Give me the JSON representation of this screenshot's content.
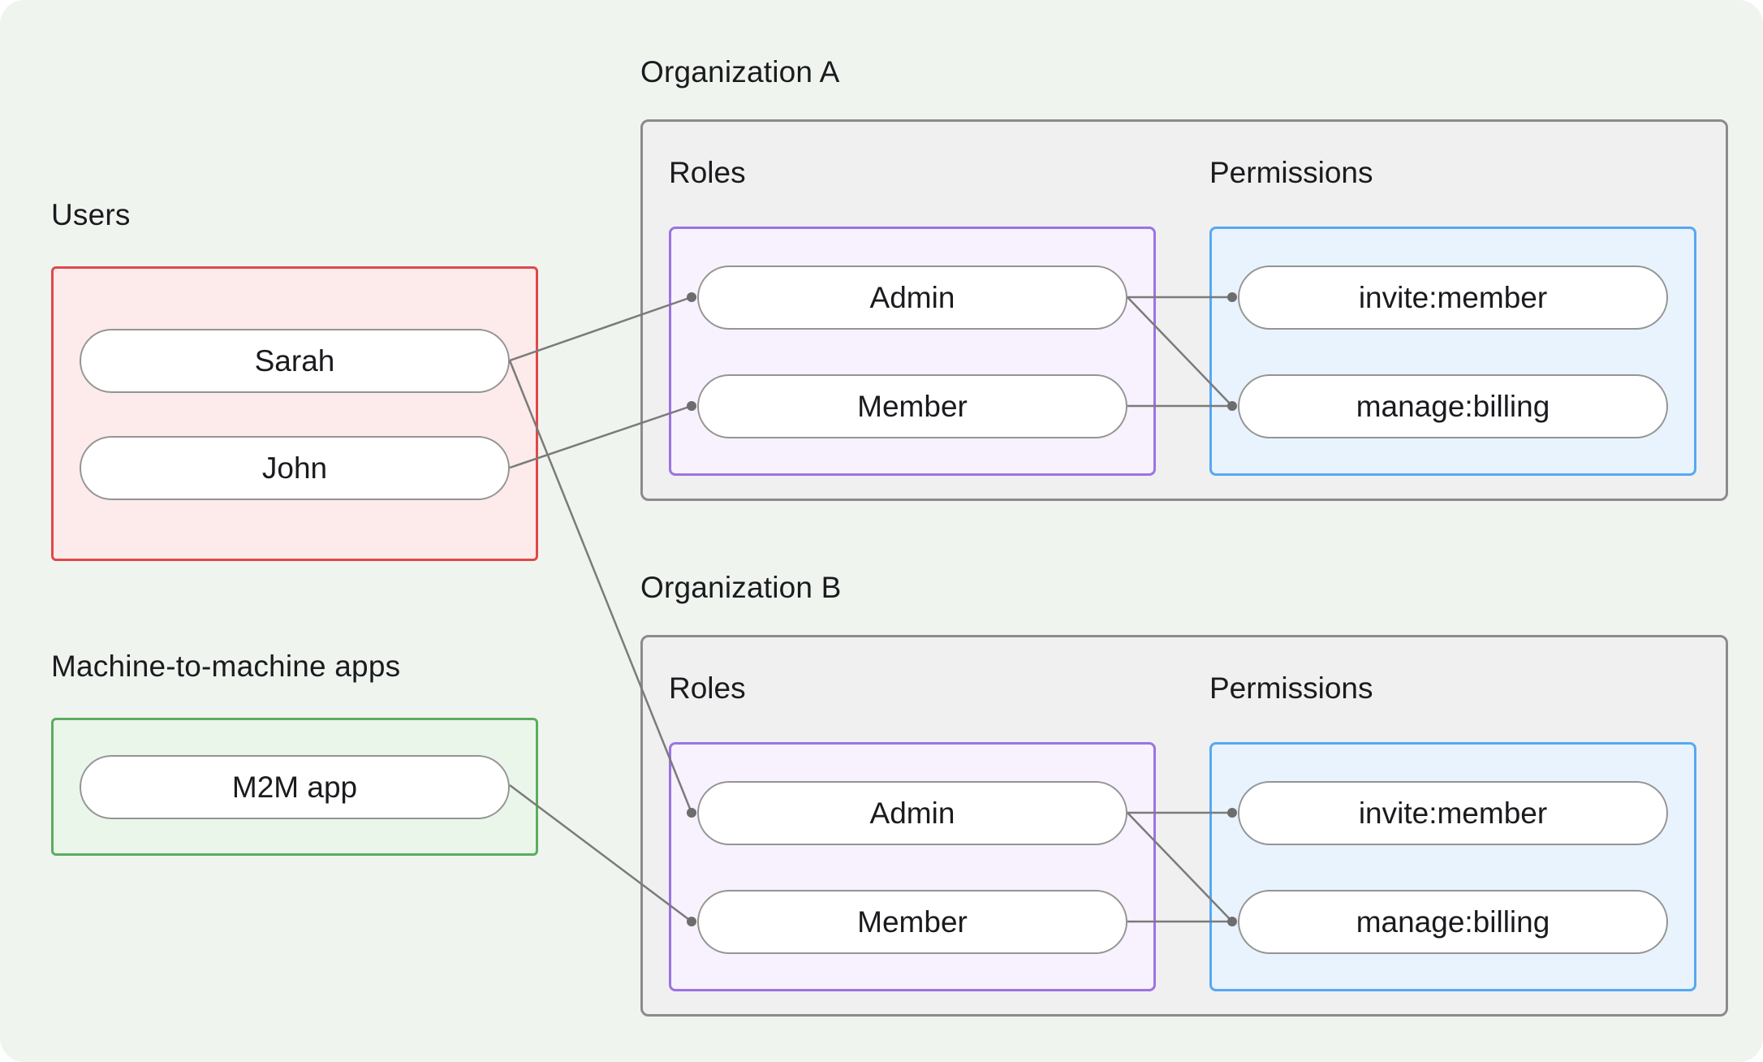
{
  "colors": {
    "page-bg": "#f0f4ef",
    "text": "#1b1b1f",
    "line": "#7b7b7b",
    "dot": "#6d6d6d",
    "pill-bg": "#ffffff",
    "pill-border": "#949494",
    "users-border": "#e0484b",
    "users-bg": "#fcebea",
    "m2m-border": "#5bad5e",
    "m2m-bg": "#eaf6ea",
    "org-border": "#8b8b8b",
    "org-bg": "#f0f0f0",
    "roles-border": "#9b74e2",
    "roles-bg": "#f7f2fd",
    "perms-border": "#56a8f3",
    "perms-bg": "#e9f3fd"
  },
  "users": {
    "label": "Users",
    "items": [
      {
        "label": "Sarah"
      },
      {
        "label": "John"
      }
    ]
  },
  "m2m": {
    "label": "Machine-to-machine apps",
    "items": [
      {
        "label": "M2M app"
      }
    ]
  },
  "organizations": [
    {
      "title": "Organization A",
      "roles_label": "Roles",
      "permissions_label": "Permissions",
      "roles": [
        {
          "label": "Admin"
        },
        {
          "label": "Member"
        }
      ],
      "permissions": [
        {
          "label": "invite:member"
        },
        {
          "label": "manage:billing"
        }
      ]
    },
    {
      "title": "Organization B",
      "roles_label": "Roles",
      "permissions_label": "Permissions",
      "roles": [
        {
          "label": "Admin"
        },
        {
          "label": "Member"
        }
      ],
      "permissions": [
        {
          "label": "invite:member"
        },
        {
          "label": "manage:billing"
        }
      ]
    }
  ],
  "connections": [
    {
      "from": "Sarah",
      "to": "Organization A / Admin"
    },
    {
      "from": "John",
      "to": "Organization A / Member"
    },
    {
      "from": "Sarah",
      "to": "Organization B / Admin"
    },
    {
      "from": "M2M app",
      "to": "Organization B / Member"
    },
    {
      "from": "Organization A / Admin",
      "to": "Organization A / invite:member"
    },
    {
      "from": "Organization A / Admin",
      "to": "Organization A / manage:billing"
    },
    {
      "from": "Organization A / Member",
      "to": "Organization A / manage:billing"
    },
    {
      "from": "Organization B / Admin",
      "to": "Organization B / invite:member"
    },
    {
      "from": "Organization B / Admin",
      "to": "Organization B / manage:billing"
    },
    {
      "from": "Organization B / Member",
      "to": "Organization B / manage:billing"
    }
  ]
}
